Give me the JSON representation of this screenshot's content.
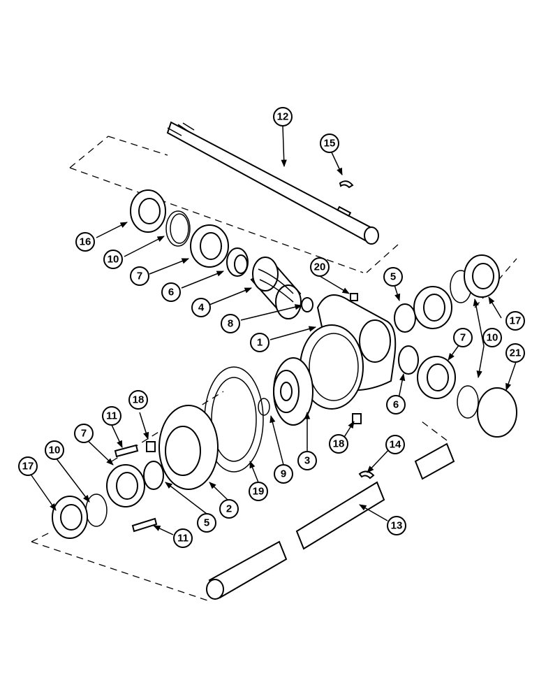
{
  "callouts": {
    "c1": "1",
    "c2": "2",
    "c3": "3",
    "c4": "4",
    "c5a": "5",
    "c5b": "5",
    "c6a": "6",
    "c6b": "6",
    "c7a": "7",
    "c7b": "7",
    "c7c": "7",
    "c8": "8",
    "c9": "9",
    "c10a": "10",
    "c10b": "10",
    "c10c": "10",
    "c11a": "11",
    "c11b": "11",
    "c12": "12",
    "c13": "13",
    "c14": "14",
    "c15": "15",
    "c16": "16",
    "c17a": "17",
    "c17b": "17",
    "c18a": "18",
    "c18b": "18",
    "c19": "19",
    "c20": "20",
    "c21": "21"
  }
}
